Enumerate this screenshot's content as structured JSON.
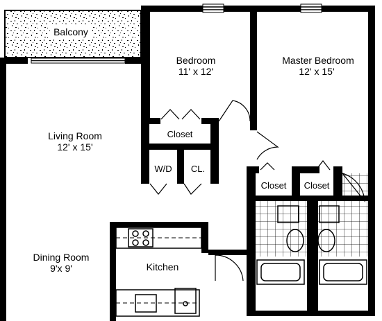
{
  "rooms": {
    "balcony": {
      "name": "Balcony"
    },
    "bedroom": {
      "name": "Bedroom",
      "size": "11' x 12'"
    },
    "master_bedroom": {
      "name": "Master Bedroom",
      "size": "12' x 15'"
    },
    "living_room": {
      "name": "Living Room",
      "size": "12' x 15'"
    },
    "dining_room": {
      "name": "Dining Room",
      "size": "9'x  9'"
    },
    "kitchen": {
      "name": "Kitchen"
    }
  },
  "closets": {
    "bedroom_closet": "Closet",
    "washer_dryer": "W/D",
    "linen_closet": "CL.",
    "bath1_closet": "Closet",
    "bath2_closet": "Closet"
  }
}
